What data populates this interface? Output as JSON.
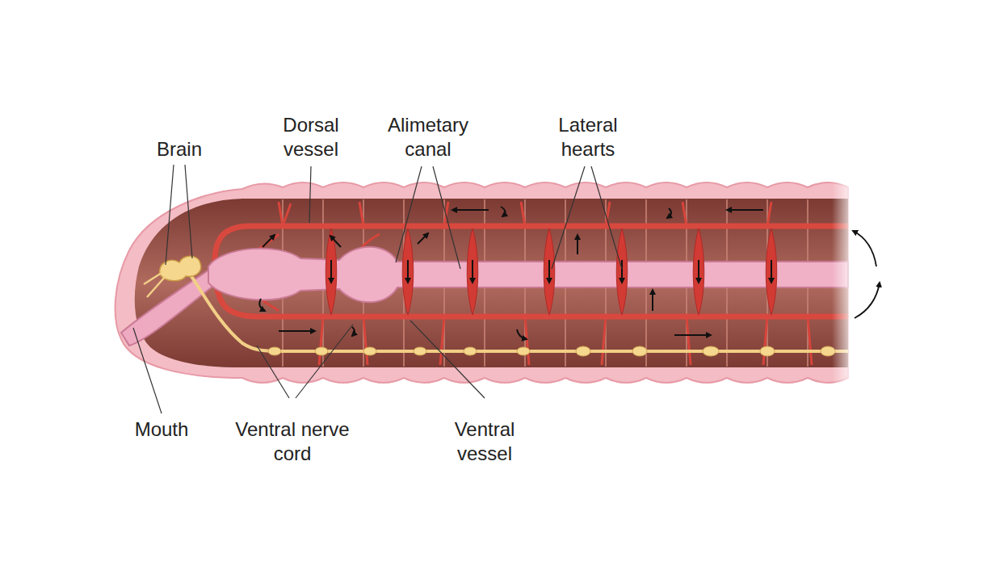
{
  "diagram": {
    "labels": [
      "Brain",
      "Dorsal vessel",
      "Alimetary canal",
      "Lateral hearts",
      "Mouth",
      "Ventral nerve cord",
      "Ventral vessel"
    ]
  }
}
